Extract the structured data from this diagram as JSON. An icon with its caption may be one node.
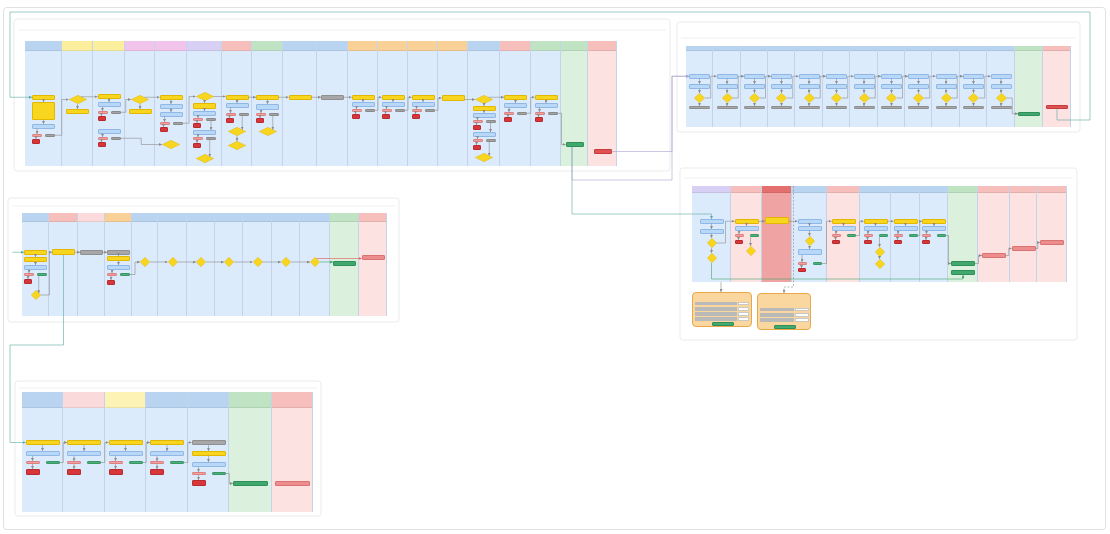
{
  "diagram": {
    "nodes": [
      {
        "text": [],
        "shape": "band"
      },
      {
        "text": [],
        "shape": "band"
      },
      {
        "text": [],
        "shape": "band"
      },
      {
        "text": [],
        "shape": "band"
      },
      {
        "text": [],
        "shape": "band"
      },
      {
        "text": [],
        "shape": "band"
      },
      {
        "text": [],
        "shape": "band"
      },
      {
        "text": [],
        "shape": "band"
      },
      {
        "text": [],
        "shape": "band"
      },
      {
        "text": [],
        "shape": "band"
      },
      {
        "text": [],
        "shape": "band"
      },
      {
        "text": [],
        "shape": "band"
      },
      {
        "text": [],
        "shape": "band"
      },
      {
        "text": [],
        "shape": "band"
      },
      {
        "text": [],
        "shape": "band"
      },
      {
        "text": [],
        "shape": "band"
      },
      {
        "text": [],
        "shape": "band"
      },
      {
        "text": [],
        "shape": "band"
      },
      {
        "text": [],
        "shape": "band"
      },
      {
        "text": [],
        "shape": "box",
        "in": 0
      },
      {
        "text": [],
        "shape": "box",
        "in": 0
      },
      {
        "text": [],
        "shape": "box",
        "in": 0
      },
      {
        "text": [],
        "shape": "box",
        "in": 0
      },
      {
        "text": [],
        "shape": "box",
        "in": 0
      },
      {
        "text": [],
        "shape": "box",
        "in": 0
      },
      {
        "text": [],
        "shape": "diamond",
        "in": 1
      },
      {
        "text": [],
        "shape": "box",
        "in": 1
      },
      {
        "text": [],
        "shape": "box",
        "in": 2
      },
      {
        "text": [],
        "shape": "box",
        "in": 2
      },
      {
        "text": [],
        "shape": "box",
        "in": 2
      },
      {
        "text": [],
        "shape": "box",
        "in": 2
      },
      {
        "text": [],
        "shape": "box",
        "in": 2
      },
      {
        "text": [],
        "shape": "box",
        "in": 2
      },
      {
        "text": [],
        "shape": "box",
        "in": 2
      },
      {
        "text": [],
        "shape": "box",
        "in": 2
      },
      {
        "text": [],
        "shape": "box",
        "in": 2
      },
      {
        "text": [],
        "shape": "diamond",
        "in": 3
      },
      {
        "text": [],
        "shape": "box",
        "in": 3
      },
      {
        "text": [],
        "shape": "box",
        "in": 4
      },
      {
        "text": [],
        "shape": "box",
        "in": 4
      },
      {
        "text": [],
        "shape": "box",
        "in": 4
      },
      {
        "text": [],
        "shape": "box",
        "in": 4
      },
      {
        "text": [],
        "shape": "box",
        "in": 4
      },
      {
        "text": [],
        "shape": "box",
        "in": 4
      },
      {
        "text": [],
        "shape": "diamond",
        "in": 4
      },
      {
        "text": [],
        "shape": "diamond",
        "in": 5
      },
      {
        "text": [],
        "shape": "box",
        "in": 5
      },
      {
        "text": [],
        "shape": "box",
        "in": 5
      },
      {
        "text": [],
        "shape": "box",
        "in": 5
      },
      {
        "text": [],
        "shape": "box",
        "in": 5
      },
      {
        "text": [],
        "shape": "box",
        "in": 5
      },
      {
        "text": [],
        "shape": "box",
        "in": 5
      },
      {
        "text": [],
        "shape": "box",
        "in": 5
      },
      {
        "text": [],
        "shape": "box",
        "in": 5
      },
      {
        "text": [],
        "shape": "box",
        "in": 5
      },
      {
        "text": [],
        "shape": "diamond",
        "in": 5
      },
      {
        "text": [],
        "shape": "box",
        "in": 6
      },
      {
        "text": [],
        "shape": "box",
        "in": 6
      },
      {
        "text": [],
        "shape": "box",
        "in": 6
      },
      {
        "text": [],
        "shape": "box",
        "in": 6
      },
      {
        "text": [],
        "shape": "box",
        "in": 6
      },
      {
        "text": [],
        "shape": "diamond",
        "in": 6
      },
      {
        "text": [],
        "shape": "diamond",
        "in": 6
      },
      {
        "text": [],
        "shape": "box",
        "in": 7
      },
      {
        "text": [],
        "shape": "box",
        "in": 7
      },
      {
        "text": [],
        "shape": "box",
        "in": 7
      },
      {
        "text": [],
        "shape": "box",
        "in": 7
      },
      {
        "text": [],
        "shape": "box",
        "in": 7
      },
      {
        "text": [],
        "shape": "diamond",
        "in": 7
      },
      {
        "text": [],
        "shape": "box",
        "in": 8
      },
      {
        "text": [],
        "shape": "box",
        "in": 9
      },
      {
        "text": [],
        "shape": "box",
        "in": 10
      },
      {
        "text": [],
        "shape": "box",
        "in": 10
      },
      {
        "text": [],
        "shape": "box",
        "in": 10
      },
      {
        "text": [],
        "shape": "box",
        "in": 10
      },
      {
        "text": [],
        "shape": "box",
        "in": 10
      },
      {
        "text": [],
        "shape": "box",
        "in": 11
      },
      {
        "text": [],
        "shape": "box",
        "in": 11
      },
      {
        "text": [],
        "shape": "box",
        "in": 11
      },
      {
        "text": [],
        "shape": "box",
        "in": 11
      },
      {
        "text": [],
        "shape": "box",
        "in": 11
      },
      {
        "text": [],
        "shape": "box",
        "in": 12
      },
      {
        "text": [],
        "shape": "box",
        "in": 12
      },
      {
        "text": [],
        "shape": "box",
        "in": 12
      },
      {
        "text": [],
        "shape": "box",
        "in": 12
      },
      {
        "text": [],
        "shape": "box",
        "in": 12
      },
      {
        "text": [],
        "shape": "box",
        "in": 13
      },
      {
        "text": [],
        "shape": "diamond",
        "in": 14
      },
      {
        "text": [],
        "shape": "box",
        "in": 14
      },
      {
        "text": [],
        "shape": "box",
        "in": 14
      },
      {
        "text": [],
        "shape": "box",
        "in": 14
      },
      {
        "text": [],
        "shape": "box",
        "in": 14
      },
      {
        "text": [],
        "shape": "box",
        "in": 14
      },
      {
        "text": [],
        "shape": "box",
        "in": 14
      },
      {
        "text": [],
        "shape": "box",
        "in": 14
      },
      {
        "text": [],
        "shape": "box",
        "in": 14
      },
      {
        "text": [],
        "shape": "box",
        "in": 14
      },
      {
        "text": [],
        "shape": "diamond",
        "in": 14
      },
      {
        "text": [],
        "shape": "box",
        "in": 15
      },
      {
        "text": [],
        "shape": "box",
        "in": 15
      },
      {
        "text": [],
        "shape": "box",
        "in": 15
      },
      {
        "text": [],
        "shape": "box",
        "in": 15
      },
      {
        "text": [],
        "shape": "box",
        "in": 15
      },
      {
        "text": [],
        "shape": "box",
        "in": 16
      },
      {
        "text": [],
        "shape": "box",
        "in": 16
      },
      {
        "text": [],
        "shape": "box",
        "in": 16
      },
      {
        "text": [],
        "shape": "box",
        "in": 16
      },
      {
        "text": [],
        "shape": "box",
        "in": 16
      },
      {
        "text": [],
        "shape": "box",
        "in": 17
      },
      {
        "text": [],
        "shape": "box",
        "in": 18
      },
      {
        "text": [],
        "shape": "band"
      },
      {
        "text": [],
        "shape": "band"
      },
      {
        "text": [],
        "shape": "band"
      },
      {
        "text": [],
        "shape": "band"
      },
      {
        "text": [],
        "shape": "band"
      },
      {
        "text": [],
        "shape": "band"
      },
      {
        "text": [],
        "shape": "band"
      },
      {
        "text": [],
        "shape": "band"
      },
      {
        "text": [],
        "shape": "band"
      },
      {
        "text": [],
        "shape": "band"
      },
      {
        "text": [],
        "shape": "band"
      },
      {
        "text": [],
        "shape": "band"
      },
      {
        "text": [],
        "shape": "band"
      },
      {
        "text": [],
        "shape": "band"
      },
      {
        "text": [],
        "shape": "box",
        "in": 110
      },
      {
        "text": [],
        "shape": "box",
        "in": 110
      },
      {
        "text": [],
        "shape": "diamond",
        "in": 110
      },
      {
        "text": [],
        "shape": "box",
        "in": 110
      },
      {
        "text": [],
        "shape": "box",
        "in": 111
      },
      {
        "text": [],
        "shape": "box",
        "in": 111
      },
      {
        "text": [],
        "shape": "diamond",
        "in": 111
      },
      {
        "text": [],
        "shape": "box",
        "in": 111
      },
      {
        "text": [],
        "shape": "box",
        "in": 112
      },
      {
        "text": [],
        "shape": "box",
        "in": 112
      },
      {
        "text": [],
        "shape": "diamond",
        "in": 112
      },
      {
        "text": [],
        "shape": "box",
        "in": 112
      },
      {
        "text": [],
        "shape": "box",
        "in": 113
      },
      {
        "text": [],
        "shape": "box",
        "in": 113
      },
      {
        "text": [],
        "shape": "diamond",
        "in": 113
      },
      {
        "text": [],
        "shape": "box",
        "in": 113
      },
      {
        "text": [],
        "shape": "box",
        "in": 114
      },
      {
        "text": [],
        "shape": "box",
        "in": 114
      },
      {
        "text": [],
        "shape": "diamond",
        "in": 114
      },
      {
        "text": [],
        "shape": "box",
        "in": 114
      },
      {
        "text": [],
        "shape": "box",
        "in": 115
      },
      {
        "text": [],
        "shape": "box",
        "in": 115
      },
      {
        "text": [],
        "shape": "diamond",
        "in": 115
      },
      {
        "text": [],
        "shape": "box",
        "in": 115
      },
      {
        "text": [],
        "shape": "box",
        "in": 116
      },
      {
        "text": [],
        "shape": "box",
        "in": 116
      },
      {
        "text": [],
        "shape": "diamond",
        "in": 116
      },
      {
        "text": [],
        "shape": "box",
        "in": 116
      },
      {
        "text": [],
        "shape": "box",
        "in": 117
      },
      {
        "text": [],
        "shape": "box",
        "in": 117
      },
      {
        "text": [],
        "shape": "diamond",
        "in": 117
      },
      {
        "text": [],
        "shape": "box",
        "in": 117
      },
      {
        "text": [],
        "shape": "box",
        "in": 118
      },
      {
        "text": [],
        "shape": "box",
        "in": 118
      },
      {
        "text": [],
        "shape": "diamond",
        "in": 118
      },
      {
        "text": [],
        "shape": "box",
        "in": 118
      },
      {
        "text": [],
        "shape": "box",
        "in": 119
      },
      {
        "text": [],
        "shape": "box",
        "in": 119
      },
      {
        "text": [],
        "shape": "diamond",
        "in": 119
      },
      {
        "text": [],
        "shape": "box",
        "in": 119
      },
      {
        "text": [],
        "shape": "box",
        "in": 120
      },
      {
        "text": [],
        "shape": "box",
        "in": 120
      },
      {
        "text": [],
        "shape": "diamond",
        "in": 120
      },
      {
        "text": [],
        "shape": "box",
        "in": 120
      },
      {
        "text": [],
        "shape": "box",
        "in": 121
      },
      {
        "text": [],
        "shape": "box",
        "in": 121
      },
      {
        "text": [],
        "shape": "diamond",
        "in": 121
      },
      {
        "text": [],
        "shape": "box",
        "in": 121
      },
      {
        "text": [],
        "shape": "box",
        "in": 122
      },
      {
        "text": [],
        "shape": "box",
        "in": 123
      },
      {
        "text": [],
        "shape": "band"
      },
      {
        "text": [],
        "shape": "band"
      },
      {
        "text": [],
        "shape": "band"
      },
      {
        "text": [],
        "shape": "band"
      },
      {
        "text": [],
        "shape": "band"
      },
      {
        "text": [],
        "shape": "band"
      },
      {
        "text": [],
        "shape": "band"
      },
      {
        "text": [],
        "shape": "band"
      },
      {
        "text": [],
        "shape": "band"
      },
      {
        "text": [],
        "shape": "band"
      },
      {
        "text": [],
        "shape": "band"
      },
      {
        "text": [],
        "shape": "band"
      },
      {
        "text": [],
        "shape": "box",
        "in": 174
      },
      {
        "text": [],
        "shape": "box",
        "in": 174
      },
      {
        "text": [],
        "shape": "diamond",
        "in": 174
      },
      {
        "text": [],
        "shape": "diamond",
        "in": 174
      },
      {
        "text": [],
        "shape": "box",
        "in": 175
      },
      {
        "text": [],
        "shape": "box",
        "in": 175
      },
      {
        "text": [],
        "shape": "box",
        "in": 175
      },
      {
        "text": [],
        "shape": "box",
        "in": 175
      },
      {
        "text": [],
        "shape": "box",
        "in": 175
      },
      {
        "text": [],
        "shape": "diamond",
        "in": 175
      },
      {
        "text": [],
        "shape": "box",
        "in": 176
      },
      {
        "text": [],
        "shape": "box",
        "in": 177
      },
      {
        "text": [],
        "shape": "box",
        "in": 177
      },
      {
        "text": [],
        "shape": "diamond",
        "in": 177
      },
      {
        "text": [],
        "shape": "box",
        "in": 177
      },
      {
        "text": [],
        "shape": "box",
        "in": 177
      },
      {
        "text": [],
        "shape": "box",
        "in": 177
      },
      {
        "text": [],
        "shape": "box",
        "in": 177
      },
      {
        "text": [],
        "shape": "box",
        "in": 178
      },
      {
        "text": [],
        "shape": "box",
        "in": 178
      },
      {
        "text": [],
        "shape": "box",
        "in": 178
      },
      {
        "text": [],
        "shape": "box",
        "in": 178
      },
      {
        "text": [],
        "shape": "box",
        "in": 178
      },
      {
        "text": [],
        "shape": "box",
        "in": 179
      },
      {
        "text": [],
        "shape": "box",
        "in": 179
      },
      {
        "text": [],
        "shape": "box",
        "in": 179
      },
      {
        "text": [],
        "shape": "box",
        "in": 179
      },
      {
        "text": [],
        "shape": "box",
        "in": 179
      },
      {
        "text": [],
        "shape": "diamond",
        "in": 179
      },
      {
        "text": [],
        "shape": "diamond",
        "in": 179
      },
      {
        "text": [],
        "shape": "box",
        "in": 180
      },
      {
        "text": [],
        "shape": "box",
        "in": 180
      },
      {
        "text": [],
        "shape": "box",
        "in": 180
      },
      {
        "text": [],
        "shape": "box",
        "in": 180
      },
      {
        "text": [],
        "shape": "box",
        "in": 180
      },
      {
        "text": [],
        "shape": "box",
        "in": 181
      },
      {
        "text": [],
        "shape": "box",
        "in": 181
      },
      {
        "text": [],
        "shape": "box",
        "in": 181
      },
      {
        "text": [],
        "shape": "box",
        "in": 181
      },
      {
        "text": [],
        "shape": "box",
        "in": 181
      },
      {
        "text": [],
        "shape": "box",
        "in": 182
      },
      {
        "text": [],
        "shape": "box",
        "in": 182
      },
      {
        "text": [],
        "shape": "box",
        "in": 183
      },
      {
        "text": [],
        "shape": "box",
        "in": 184
      },
      {
        "text": [],
        "shape": "box",
        "in": 185
      },
      {
        "text": [],
        "shape": "box"
      },
      {
        "text": [],
        "shape": "box"
      },
      {
        "text": [],
        "shape": "band"
      },
      {
        "text": [],
        "shape": "band"
      },
      {
        "text": [],
        "shape": "band"
      },
      {
        "text": [],
        "shape": "band"
      },
      {
        "text": [],
        "shape": "band"
      },
      {
        "text": [],
        "shape": "band"
      },
      {
        "text": [],
        "shape": "band"
      },
      {
        "text": [],
        "shape": "band"
      },
      {
        "text": [],
        "shape": "band"
      },
      {
        "text": [],
        "shape": "band"
      },
      {
        "text": [],
        "shape": "band"
      },
      {
        "text": [],
        "shape": "band"
      },
      {
        "text": [],
        "shape": "band"
      },
      {
        "text": [],
        "shape": "box",
        "in": 233
      },
      {
        "text": [],
        "shape": "box",
        "in": 233
      },
      {
        "text": [],
        "shape": "box",
        "in": 233
      },
      {
        "text": [],
        "shape": "box",
        "in": 233
      },
      {
        "text": [],
        "shape": "box",
        "in": 233
      },
      {
        "text": [],
        "shape": "box",
        "in": 233
      },
      {
        "text": [],
        "shape": "diamond",
        "in": 233
      },
      {
        "text": [],
        "shape": "box",
        "in": 234
      },
      {
        "text": [],
        "shape": "box",
        "in": 235
      },
      {
        "text": [],
        "shape": "box",
        "in": 236
      },
      {
        "text": [],
        "shape": "box",
        "in": 236
      },
      {
        "text": [],
        "shape": "box",
        "in": 236
      },
      {
        "text": [],
        "shape": "box",
        "in": 236
      },
      {
        "text": [],
        "shape": "box",
        "in": 236
      },
      {
        "text": [],
        "shape": "box",
        "in": 236
      },
      {
        "text": [],
        "shape": "diamond",
        "in": 237
      },
      {
        "text": [],
        "shape": "diamond",
        "in": 238
      },
      {
        "text": [],
        "shape": "diamond",
        "in": 239
      },
      {
        "text": [],
        "shape": "diamond",
        "in": 240
      },
      {
        "text": [],
        "shape": "diamond",
        "in": 241
      },
      {
        "text": [],
        "shape": "diamond",
        "in": 242
      },
      {
        "text": [],
        "shape": "diamond",
        "in": 243
      },
      {
        "text": [],
        "shape": "box",
        "in": 244
      },
      {
        "text": [],
        "shape": "box",
        "in": 245
      },
      {
        "text": [],
        "shape": "band"
      },
      {
        "text": [],
        "shape": "band"
      },
      {
        "text": [],
        "shape": "band"
      },
      {
        "text": [],
        "shape": "band"
      },
      {
        "text": [],
        "shape": "band"
      },
      {
        "text": [],
        "shape": "band"
      },
      {
        "text": [],
        "shape": "band"
      },
      {
        "text": [],
        "shape": "box",
        "in": 270
      },
      {
        "text": [],
        "shape": "box",
        "in": 270
      },
      {
        "text": [],
        "shape": "box",
        "in": 270
      },
      {
        "text": [],
        "shape": "box",
        "in": 270
      },
      {
        "text": [],
        "shape": "box",
        "in": 270
      },
      {
        "text": [],
        "shape": "box",
        "in": 271
      },
      {
        "text": [],
        "shape": "box",
        "in": 271
      },
      {
        "text": [],
        "shape": "box",
        "in": 271
      },
      {
        "text": [],
        "shape": "box",
        "in": 271
      },
      {
        "text": [],
        "shape": "box",
        "in": 271
      },
      {
        "text": [],
        "shape": "box",
        "in": 272
      },
      {
        "text": [],
        "shape": "box",
        "in": 272
      },
      {
        "text": [],
        "shape": "box",
        "in": 272
      },
      {
        "text": [],
        "shape": "box",
        "in": 272
      },
      {
        "text": [],
        "shape": "box",
        "in": 272
      },
      {
        "text": [],
        "shape": "box",
        "in": 273
      },
      {
        "text": [],
        "shape": "box",
        "in": 273
      },
      {
        "text": [],
        "shape": "box",
        "in": 273
      },
      {
        "text": [],
        "shape": "box",
        "in": 273
      },
      {
        "text": [],
        "shape": "box",
        "in": 273
      },
      {
        "text": [],
        "shape": "box",
        "in": 274
      },
      {
        "text": [],
        "shape": "box",
        "in": 274
      },
      {
        "text": [],
        "shape": "box",
        "in": 274
      },
      {
        "text": [],
        "shape": "box",
        "in": 274
      },
      {
        "text": [],
        "shape": "box",
        "in": 274
      },
      {
        "text": [],
        "shape": "box",
        "in": 274
      },
      {
        "text": [],
        "shape": "box",
        "in": 275
      },
      {
        "text": [],
        "shape": "box",
        "in": 276
      }
    ],
    "edges": [
      {
        "from": 173,
        "to": 19,
        "arrow": "to",
        "color": "#5aa9a0"
      },
      {
        "from": 108,
        "to": 186,
        "arrow": "to",
        "color": "#5aa9a0"
      },
      {
        "from": 109,
        "to": 124,
        "arrow": "to",
        "color": "#a7a1cc"
      },
      {
        "from": 108,
        "to": 124,
        "arrow": "to",
        "color": "#a7a1cc"
      },
      {
        "from": null,
        "to": 246,
        "arrow": "to",
        "color": "#5aa9a0"
      },
      {
        "from": 253,
        "to": 277,
        "arrow": "to",
        "color": "#5aa9a0"
      },
      {
        "from": 177,
        "to": 232,
        "arrow": "to",
        "style": "dashed"
      },
      {
        "from": 174,
        "to": 231,
        "arrow": "to"
      },
      {
        "from": 189,
        "to": 227,
        "arrow": "to",
        "color": "#3fa66b"
      },
      {
        "from": 252,
        "to": 253,
        "arrow": "to"
      },
      {
        "from": 19,
        "to": 20,
        "arrow": "to"
      },
      {
        "from": 20,
        "to": 21,
        "arrow": "to"
      },
      {
        "from": 21,
        "to": 22,
        "arrow": "to"
      },
      {
        "from": 22,
        "to": 24,
        "arrow": "to"
      },
      {
        "from": 23,
        "to": 25,
        "arrow": "to"
      },
      {
        "from": 25,
        "to": 26,
        "arrow": "to"
      },
      {
        "from": 25,
        "to": 27,
        "arrow": "to"
      },
      {
        "from": 27,
        "to": 28,
        "arrow": "to"
      },
      {
        "from": 28,
        "to": 29,
        "arrow": "to"
      },
      {
        "from": 29,
        "to": 31,
        "arrow": "to"
      },
      {
        "from": 30,
        "to": 36,
        "arrow": "to"
      },
      {
        "from": 32,
        "to": 33,
        "arrow": "to"
      },
      {
        "from": 33,
        "to": 35,
        "arrow": "to"
      },
      {
        "from": 34,
        "to": 44,
        "arrow": "to"
      },
      {
        "from": 36,
        "to": 37,
        "arrow": "to"
      },
      {
        "from": 36,
        "to": 38,
        "arrow": "to"
      },
      {
        "from": 38,
        "to": 39,
        "arrow": "to"
      },
      {
        "from": 39,
        "to": 40,
        "arrow": "to"
      },
      {
        "from": 40,
        "to": 41,
        "arrow": "to"
      },
      {
        "from": 41,
        "to": 43,
        "arrow": "to"
      },
      {
        "from": 42,
        "to": 45,
        "arrow": "to"
      },
      {
        "from": 45,
        "to": 46,
        "arrow": "to"
      },
      {
        "from": 46,
        "to": 47,
        "arrow": "to"
      },
      {
        "from": 47,
        "to": 48,
        "arrow": "to"
      },
      {
        "from": 48,
        "to": 50,
        "arrow": "to"
      },
      {
        "from": 49,
        "to": 51,
        "arrow": "to"
      },
      {
        "from": 51,
        "to": 52,
        "arrow": "to"
      },
      {
        "from": 52,
        "to": 54,
        "arrow": "to"
      },
      {
        "from": 53,
        "to": 55,
        "arrow": "to"
      },
      {
        "from": 45,
        "to": 56,
        "arrow": "to"
      },
      {
        "from": 56,
        "to": 57,
        "arrow": "to"
      },
      {
        "from": 57,
        "to": 58,
        "arrow": "to"
      },
      {
        "from": 58,
        "to": 60,
        "arrow": "to"
      },
      {
        "from": 59,
        "to": 61,
        "arrow": "to"
      },
      {
        "from": 61,
        "to": 62,
        "arrow": "to"
      },
      {
        "from": 56,
        "to": 63,
        "arrow": "to"
      },
      {
        "from": 63,
        "to": 64,
        "arrow": "to"
      },
      {
        "from": 64,
        "to": 65,
        "arrow": "to"
      },
      {
        "from": 65,
        "to": 67,
        "arrow": "to"
      },
      {
        "from": 66,
        "to": 68,
        "arrow": "to"
      },
      {
        "from": 63,
        "to": 69,
        "arrow": "to"
      },
      {
        "from": 69,
        "to": 70,
        "arrow": "to"
      },
      {
        "from": 70,
        "to": 71,
        "arrow": "to"
      },
      {
        "from": 71,
        "to": 72,
        "arrow": "to"
      },
      {
        "from": 72,
        "to": 73,
        "arrow": "to"
      },
      {
        "from": 73,
        "to": 75,
        "arrow": "to"
      },
      {
        "from": 74,
        "to": 76,
        "arrow": "to"
      },
      {
        "from": 76,
        "to": 77,
        "arrow": "to"
      },
      {
        "from": 77,
        "to": 78,
        "arrow": "to"
      },
      {
        "from": 78,
        "to": 80,
        "arrow": "to"
      },
      {
        "from": 79,
        "to": 81,
        "arrow": "to"
      },
      {
        "from": 81,
        "to": 82,
        "arrow": "to"
      },
      {
        "from": 82,
        "to": 83,
        "arrow": "to"
      },
      {
        "from": 83,
        "to": 85,
        "arrow": "to"
      },
      {
        "from": 84,
        "to": 86,
        "arrow": "to"
      },
      {
        "from": 86,
        "to": 87,
        "arrow": "to"
      },
      {
        "from": 87,
        "to": 88,
        "arrow": "to"
      },
      {
        "from": 88,
        "to": 89,
        "arrow": "to"
      },
      {
        "from": 89,
        "to": 90,
        "arrow": "to"
      },
      {
        "from": 90,
        "to": 92,
        "arrow": "to"
      },
      {
        "from": 91,
        "to": 93,
        "arrow": "to"
      },
      {
        "from": 93,
        "to": 94,
        "arrow": "to"
      },
      {
        "from": 94,
        "to": 96,
        "arrow": "to"
      },
      {
        "from": 95,
        "to": 97,
        "arrow": "to"
      },
      {
        "from": 87,
        "to": 98,
        "arrow": "to"
      },
      {
        "from": 98,
        "to": 99,
        "arrow": "to"
      },
      {
        "from": 99,
        "to": 100,
        "arrow": "to"
      },
      {
        "from": 100,
        "to": 102,
        "arrow": "to"
      },
      {
        "from": 101,
        "to": 103,
        "arrow": "to"
      },
      {
        "from": 103,
        "to": 104,
        "arrow": "to"
      },
      {
        "from": 104,
        "to": 105,
        "arrow": "to"
      },
      {
        "from": 105,
        "to": 107,
        "arrow": "to"
      },
      {
        "from": 106,
        "to": 108,
        "arrow": "to"
      },
      {
        "from": 124,
        "to": 125,
        "arrow": "to"
      },
      {
        "from": 125,
        "to": 126,
        "arrow": "to"
      },
      {
        "from": 126,
        "to": 127,
        "arrow": "to"
      },
      {
        "from": 126,
        "to": 128,
        "arrow": "to"
      },
      {
        "from": 128,
        "to": 129,
        "arrow": "to"
      },
      {
        "from": 129,
        "to": 130,
        "arrow": "to"
      },
      {
        "from": 130,
        "to": 131,
        "arrow": "to"
      },
      {
        "from": 130,
        "to": 132,
        "arrow": "to"
      },
      {
        "from": 132,
        "to": 133,
        "arrow": "to"
      },
      {
        "from": 133,
        "to": 134,
        "arrow": "to"
      },
      {
        "from": 134,
        "to": 135,
        "arrow": "to"
      },
      {
        "from": 134,
        "to": 136,
        "arrow": "to"
      },
      {
        "from": 136,
        "to": 137,
        "arrow": "to"
      },
      {
        "from": 137,
        "to": 138,
        "arrow": "to"
      },
      {
        "from": 138,
        "to": 139,
        "arrow": "to"
      },
      {
        "from": 138,
        "to": 140,
        "arrow": "to"
      },
      {
        "from": 140,
        "to": 141,
        "arrow": "to"
      },
      {
        "from": 141,
        "to": 142,
        "arrow": "to"
      },
      {
        "from": 142,
        "to": 143,
        "arrow": "to"
      },
      {
        "from": 142,
        "to": 144,
        "arrow": "to"
      },
      {
        "from": 144,
        "to": 145,
        "arrow": "to"
      },
      {
        "from": 145,
        "to": 146,
        "arrow": "to"
      },
      {
        "from": 146,
        "to": 147,
        "arrow": "to"
      },
      {
        "from": 146,
        "to": 148,
        "arrow": "to"
      },
      {
        "from": 148,
        "to": 149,
        "arrow": "to"
      },
      {
        "from": 149,
        "to": 150,
        "arrow": "to"
      },
      {
        "from": 150,
        "to": 151,
        "arrow": "to"
      },
      {
        "from": 150,
        "to": 152,
        "arrow": "to"
      },
      {
        "from": 152,
        "to": 153,
        "arrow": "to"
      },
      {
        "from": 153,
        "to": 154,
        "arrow": "to"
      },
      {
        "from": 154,
        "to": 155,
        "arrow": "to"
      },
      {
        "from": 154,
        "to": 156,
        "arrow": "to"
      },
      {
        "from": 156,
        "to": 157,
        "arrow": "to"
      },
      {
        "from": 157,
        "to": 158,
        "arrow": "to"
      },
      {
        "from": 158,
        "to": 159,
        "arrow": "to"
      },
      {
        "from": 158,
        "to": 160,
        "arrow": "to"
      },
      {
        "from": 160,
        "to": 161,
        "arrow": "to"
      },
      {
        "from": 161,
        "to": 162,
        "arrow": "to"
      },
      {
        "from": 162,
        "to": 163,
        "arrow": "to"
      },
      {
        "from": 162,
        "to": 164,
        "arrow": "to"
      },
      {
        "from": 164,
        "to": 165,
        "arrow": "to"
      },
      {
        "from": 165,
        "to": 166,
        "arrow": "to"
      },
      {
        "from": 166,
        "to": 167,
        "arrow": "to"
      },
      {
        "from": 166,
        "to": 168,
        "arrow": "to"
      },
      {
        "from": 168,
        "to": 169,
        "arrow": "to"
      },
      {
        "from": 169,
        "to": 170,
        "arrow": "to"
      },
      {
        "from": 170,
        "to": 171,
        "arrow": "to"
      },
      {
        "from": 170,
        "to": 172,
        "arrow": "to"
      },
      {
        "from": 186,
        "to": 187,
        "arrow": "to"
      },
      {
        "from": 187,
        "to": 188,
        "arrow": "to"
      },
      {
        "from": 188,
        "to": 189,
        "arrow": "to"
      },
      {
        "from": 188,
        "to": 190,
        "arrow": "to"
      },
      {
        "from": 190,
        "to": 191,
        "arrow": "to"
      },
      {
        "from": 191,
        "to": 192,
        "arrow": "to"
      },
      {
        "from": 192,
        "to": 194,
        "arrow": "to"
      },
      {
        "from": 193,
        "to": 195,
        "arrow": "to"
      },
      {
        "from": 190,
        "to": 196,
        "arrow": "to"
      },
      {
        "from": 196,
        "to": 197,
        "arrow": "to"
      },
      {
        "from": 197,
        "to": 198,
        "arrow": "to"
      },
      {
        "from": 198,
        "to": 199,
        "arrow": "to"
      },
      {
        "from": 199,
        "to": 200,
        "arrow": "to"
      },
      {
        "from": 200,
        "to": 201,
        "arrow": "to"
      },
      {
        "from": 201,
        "to": 203,
        "arrow": "to"
      },
      {
        "from": 202,
        "to": 204,
        "arrow": "to"
      },
      {
        "from": 204,
        "to": 205,
        "arrow": "to"
      },
      {
        "from": 205,
        "to": 206,
        "arrow": "to"
      },
      {
        "from": 206,
        "to": 208,
        "arrow": "to"
      },
      {
        "from": 207,
        "to": 209,
        "arrow": "to"
      },
      {
        "from": 209,
        "to": 210,
        "arrow": "to"
      },
      {
        "from": 210,
        "to": 211,
        "arrow": "to"
      },
      {
        "from": 211,
        "to": 213,
        "arrow": "to"
      },
      {
        "from": 212,
        "to": 214,
        "arrow": "to"
      },
      {
        "from": 214,
        "to": 215,
        "arrow": "to"
      },
      {
        "from": 209,
        "to": 216,
        "arrow": "to"
      },
      {
        "from": 216,
        "to": 217,
        "arrow": "to"
      },
      {
        "from": 217,
        "to": 218,
        "arrow": "to"
      },
      {
        "from": 218,
        "to": 220,
        "arrow": "to"
      },
      {
        "from": 219,
        "to": 221,
        "arrow": "to"
      },
      {
        "from": 221,
        "to": 222,
        "arrow": "to"
      },
      {
        "from": 222,
        "to": 223,
        "arrow": "to"
      },
      {
        "from": 223,
        "to": 225,
        "arrow": "to"
      },
      {
        "from": 224,
        "to": 226,
        "arrow": "to"
      },
      {
        "from": 226,
        "to": 228,
        "arrow": "to"
      },
      {
        "from": 228,
        "to": 229,
        "arrow": "to"
      },
      {
        "from": 229,
        "to": 230,
        "arrow": "to"
      },
      {
        "from": 246,
        "to": 247,
        "arrow": "to"
      },
      {
        "from": 247,
        "to": 248,
        "arrow": "to"
      },
      {
        "from": 248,
        "to": 249,
        "arrow": "to"
      },
      {
        "from": 249,
        "to": 251,
        "arrow": "to"
      },
      {
        "from": 250,
        "to": 252,
        "arrow": "to"
      },
      {
        "from": 253,
        "to": 254,
        "arrow": "to"
      },
      {
        "from": 254,
        "to": 255,
        "arrow": "to"
      },
      {
        "from": 255,
        "to": 256,
        "arrow": "to"
      },
      {
        "from": 256,
        "to": 257,
        "arrow": "to"
      },
      {
        "from": 257,
        "to": 258,
        "arrow": "to"
      },
      {
        "from": 258,
        "to": 260,
        "arrow": "to"
      },
      {
        "from": 259,
        "to": 261,
        "arrow": "to"
      },
      {
        "from": 261,
        "to": 262,
        "arrow": "to"
      },
      {
        "from": 262,
        "to": 263,
        "arrow": "to"
      },
      {
        "from": 263,
        "to": 264,
        "arrow": "to"
      },
      {
        "from": 264,
        "to": 265,
        "arrow": "to"
      },
      {
        "from": 265,
        "to": 266,
        "arrow": "to"
      },
      {
        "from": 266,
        "to": 267,
        "arrow": "to"
      },
      {
        "from": 267,
        "to": 268,
        "arrow": "to",
        "color": "#3fa66b"
      },
      {
        "from": 267,
        "to": 269,
        "arrow": "to",
        "color": "#e05555"
      },
      {
        "from": 277,
        "to": 278,
        "arrow": "to"
      },
      {
        "from": 278,
        "to": 279,
        "arrow": "to"
      },
      {
        "from": 279,
        "to": 281,
        "arrow": "to"
      },
      {
        "from": 280,
        "to": 282,
        "arrow": "to"
      },
      {
        "from": 282,
        "to": 283,
        "arrow": "to"
      },
      {
        "from": 283,
        "to": 284,
        "arrow": "to"
      },
      {
        "from": 284,
        "to": 286,
        "arrow": "to"
      },
      {
        "from": 285,
        "to": 287,
        "arrow": "to"
      },
      {
        "from": 287,
        "to": 288,
        "arrow": "to"
      },
      {
        "from": 288,
        "to": 289,
        "arrow": "to"
      },
      {
        "from": 289,
        "to": 291,
        "arrow": "to"
      },
      {
        "from": 290,
        "to": 292,
        "arrow": "to"
      },
      {
        "from": 292,
        "to": 293,
        "arrow": "to"
      },
      {
        "from": 293,
        "to": 294,
        "arrow": "to"
      },
      {
        "from": 294,
        "to": 296,
        "arrow": "to"
      },
      {
        "from": 295,
        "to": 297,
        "arrow": "to"
      },
      {
        "from": 297,
        "to": 298,
        "arrow": "to"
      },
      {
        "from": 298,
        "to": 299,
        "arrow": "to"
      },
      {
        "from": 299,
        "to": 300,
        "arrow": "to"
      },
      {
        "from": 300,
        "to": 302,
        "arrow": "to"
      },
      {
        "from": 301,
        "to": 303,
        "arrow": "to"
      }
    ]
  }
}
